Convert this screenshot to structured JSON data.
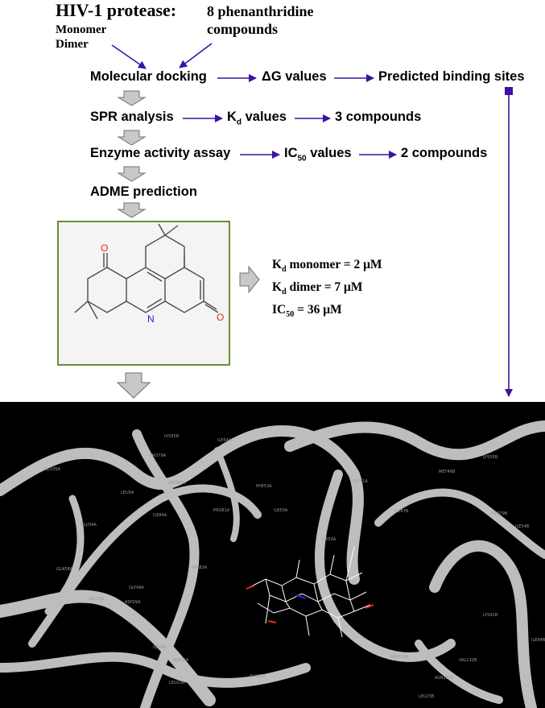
{
  "inputs": {
    "protease_title": "HIV-1 protease:",
    "protease_forms": [
      "Monomer",
      "Dimer"
    ],
    "compounds_line1": "8 phenanthridine",
    "compounds_line2": "compounds"
  },
  "pipeline": {
    "docking": {
      "step": "Molecular docking",
      "output": "ΔG values",
      "result": "Predicted binding sites"
    },
    "spr": {
      "step": "SPR analysis",
      "output_main": "K",
      "output_sub": "d",
      "output_tail": " values",
      "result": "3 compounds"
    },
    "enzyme": {
      "step": "Enzyme activity assay",
      "output_main": "IC",
      "output_sub": "50",
      "output_tail": " values",
      "result": "2 compounds"
    },
    "adme": {
      "step": "ADME prediction"
    }
  },
  "molecule": {
    "atom_labels": [
      "O",
      "O",
      "N"
    ],
    "colors": {
      "oxygen": "#e8281c",
      "nitrogen": "#2323d9",
      "bond": "#4a4a4a"
    }
  },
  "results": [
    {
      "main": "K",
      "sub": "d",
      "tail": " monomer = 2 μM"
    },
    {
      "main": "K",
      "sub": "d",
      "tail": " dimer = 7 μM"
    },
    {
      "main": "IC",
      "sub": "50",
      "tail": " = 36 μM"
    }
  ],
  "structure_view": {
    "residue_labels": [
      "LYS55B",
      "ILE54A",
      "PRO79A",
      "GLU35A",
      "LEU5A",
      "MET46A",
      "PHE53A",
      "GLY51A",
      "LYS55B",
      "MET46B",
      "ILE47B",
      "ILE50A",
      "PRO79B",
      "ILE54B",
      "ILE84A",
      "GLU34A",
      "GLN58A",
      "VAL82A",
      "ILE50A",
      "VAL32A",
      "ASP29A",
      "ILE64A",
      "ASP30A",
      "LEU23A",
      "ALA28A",
      "ASP128B",
      "VAL132B",
      "ASN183B",
      "LEU23B",
      "ILE84B",
      "LYS41B",
      "GLY49A",
      "PRO81A"
    ]
  },
  "colors": {
    "arrow": "#3d12a0",
    "box_border": "#6b8e3a",
    "block_arrow": "#c8c8c8"
  }
}
